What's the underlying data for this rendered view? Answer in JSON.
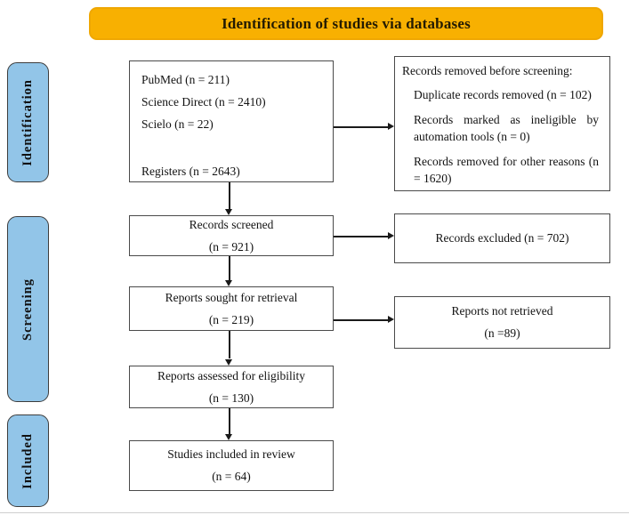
{
  "title_banner": {
    "label": "Identification of studies via databases",
    "bg_color": "#F8B001",
    "text_color": "#231b02"
  },
  "stages": [
    {
      "label": "Identification"
    },
    {
      "label": "Screening"
    },
    {
      "label": "Included"
    }
  ],
  "colors": {
    "stage_bg": "#92C5E8",
    "stage_border": "#3d3d3d",
    "box_border": "#4a4a4a",
    "arrow": "#1a1a1a"
  },
  "boxes": {
    "databases": {
      "lines": [
        "PubMed (n = 211)",
        "Science Direct (n = 2410)",
        "Scielo (n = 22)",
        "Registers (n = 2643)"
      ]
    },
    "records_removed": {
      "title": "Records removed before screening:",
      "items": [
        "Duplicate records removed (n = 102)",
        "Records marked as ineligible by automation tools (n = 0)",
        "Records removed for other reasons (n = 1620)"
      ]
    },
    "records_screened": {
      "line1": "Records screened",
      "line2": "(n = 921)"
    },
    "records_excluded": {
      "line1": "Records excluded (n = 702)"
    },
    "reports_sought": {
      "line1": "Reports sought for retrieval",
      "line2": "(n = 219)"
    },
    "reports_not_retrieved": {
      "line1": "Reports not retrieved",
      "line2": "(n =89)"
    },
    "reports_assessed": {
      "line1": "Reports assessed for eligibility",
      "line2": "(n = 130)"
    },
    "studies_included": {
      "line1": "Studies included in review",
      "line2": "(n = 64)"
    }
  }
}
